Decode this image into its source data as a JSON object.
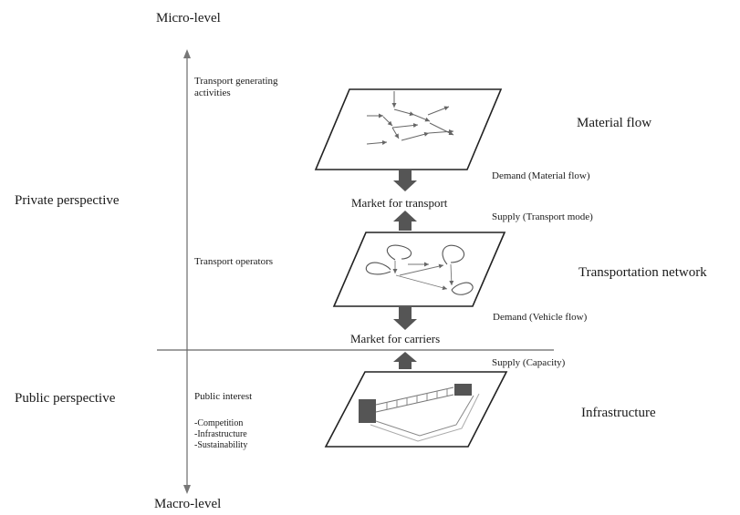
{
  "axis": {
    "top_label": "Micro-level",
    "bottom_label": "Macro-level"
  },
  "perspectives": {
    "private": "Private perspective",
    "public": "Public perspective"
  },
  "left_notes": {
    "transport_generating": "Transport generating activities",
    "transport_operators": "Transport operators",
    "public_interest": "Public interest",
    "public_items": [
      "-Competition",
      "-Infrastructure",
      "-Sustainability"
    ]
  },
  "layers": {
    "material_flow": "Material flow",
    "transportation_network": "Transportation network",
    "infrastructure": "Infrastructure"
  },
  "markets": {
    "transport": "Market for transport",
    "carriers": "Market for carriers"
  },
  "flows": {
    "demand_material": "Demand (Material flow)",
    "supply_transport_mode": "Supply (Transport mode)",
    "demand_vehicle": "Demand (Vehicle flow)",
    "supply_capacity": "Supply (Capacity)"
  }
}
